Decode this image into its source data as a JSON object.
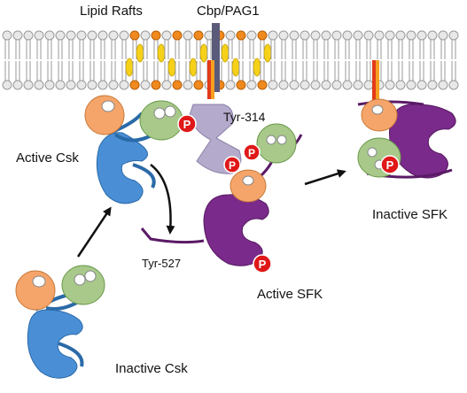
{
  "labels": {
    "lipid_rafts": "Lipid Rafts",
    "cbp_pag1": "Cbp/PAG1",
    "tyr314": "Tyr-314",
    "active_csk": "Active Csk",
    "tyr527": "Tyr-527",
    "active_sfk": "Active SFK",
    "inactive_sfk": "Inactive SFK",
    "inactive_csk": "Inactive Csk",
    "phospho": "P"
  },
  "colors": {
    "membrane_head": "#e8e8e8",
    "raft_head": "#f08a1e",
    "raft_tail": "#f5d11a",
    "lipid_tail": "#999999",
    "cbp_column": "#5a5a7a",
    "cbp_anchor": "#e23a1a",
    "csk_kinase": "#4a8fd6",
    "sh3_orange": "#f5a56a",
    "sh2_green": "#a8c98a",
    "sfk_kinase": "#7a2a8a",
    "cbp_chain": "#b0a8c8",
    "phospho_red": "#e01818",
    "arrow": "#111111"
  }
}
